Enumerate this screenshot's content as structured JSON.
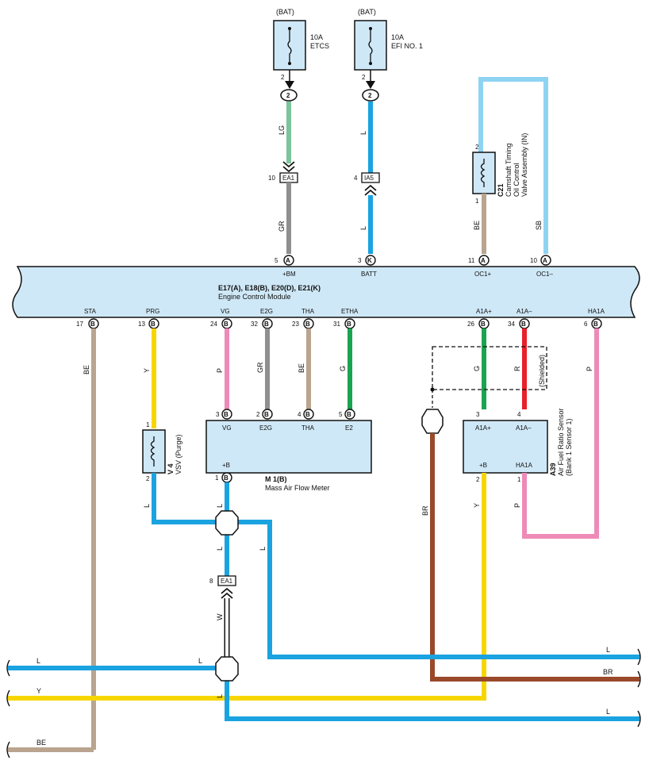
{
  "top": {
    "fuse1": {
      "source": "(BAT)",
      "rating": "10A",
      "name": "ETCS",
      "pin": "2",
      "conn": "2"
    },
    "fuse2": {
      "source": "(BAT)",
      "rating": "10A",
      "name": "EFI NO. 1",
      "pin": "2",
      "conn": "2"
    },
    "conn_ea1_top": {
      "label": "EA1",
      "pin": "10"
    },
    "conn_ia5": {
      "label": "IA5",
      "pin": "4"
    },
    "wire_lg": "LG",
    "wire_gr_top": "GR",
    "wire_l_a": "L",
    "wire_l_b": "L",
    "wire_be_top": "BE",
    "wire_sb": "SB"
  },
  "vvt": {
    "code": "C21",
    "name_line1": "Camshaft Timing",
    "name_line2": "Oil Control",
    "name_line3": "Valve Assembly (IN)",
    "pin_top": "2",
    "pin_bottom": "1"
  },
  "ecm": {
    "title": "E17(A), E18(B), E20(D), E21(K)",
    "subtitle": "Engine Control Module",
    "top_pins": [
      {
        "num": "5",
        "conn": "A",
        "label": "+BM"
      },
      {
        "num": "3",
        "conn": "K",
        "label": "BATT"
      },
      {
        "num": "11",
        "conn": "A",
        "label": "OC1+"
      },
      {
        "num": "10",
        "conn": "A",
        "label": "OC1–"
      }
    ],
    "bottom_pins": [
      {
        "num": "17",
        "conn": "B",
        "label": "STA"
      },
      {
        "num": "13",
        "conn": "B",
        "label": "PRG"
      },
      {
        "num": "24",
        "conn": "B",
        "label": "VG"
      },
      {
        "num": "32",
        "conn": "B",
        "label": "E2G"
      },
      {
        "num": "23",
        "conn": "B",
        "label": "THA"
      },
      {
        "num": "31",
        "conn": "B",
        "label": "ETHA"
      },
      {
        "num": "26",
        "conn": "B",
        "label": "A1A+"
      },
      {
        "num": "34",
        "conn": "B",
        "label": "A1A–"
      },
      {
        "num": "6",
        "conn": "B",
        "label": "HA1A"
      }
    ]
  },
  "mid_wires": {
    "be": "BE",
    "y": "Y",
    "p": "P",
    "gr": "GR",
    "be2": "BE",
    "g": "G",
    "g2": "G",
    "r": "R",
    "p2": "P",
    "shielded": "(Shielded)"
  },
  "maf": {
    "code": "M 1(B)",
    "name": "Mass Air Flow Meter",
    "pins_top": [
      {
        "num": "3",
        "conn": "B",
        "label": "VG"
      },
      {
        "num": "2",
        "conn": "B",
        "label": "E2G"
      },
      {
        "num": "4",
        "conn": "B",
        "label": "THA"
      },
      {
        "num": "5",
        "conn": "B",
        "label": "E2"
      }
    ],
    "pin_b": {
      "label": "+B",
      "num": "1",
      "conn": "B"
    }
  },
  "vsv": {
    "code": "V 4",
    "name": "VSV (Purge)",
    "pin_top": "1",
    "pin_bottom": "2"
  },
  "af": {
    "code": "A39",
    "name_line1": "Air Fuel Ratio Sensor",
    "name_line2": "(Bank 1 Sensor 1)",
    "labels": {
      "a1p": "A1A+",
      "a1m": "A1A–",
      "b": "+B",
      "ha": "HA1A"
    },
    "pins": {
      "a1p": "3",
      "a1m": "4",
      "b": "2",
      "ha": "1"
    }
  },
  "lower": {
    "conn_ea1_low": {
      "label": "EA1",
      "pin": "8"
    },
    "l1": "L",
    "l2": "L",
    "l3": "L",
    "l4": "L",
    "w": "W",
    "br": "BR",
    "y": "Y",
    "p": "P",
    "l5": "L"
  },
  "edge": {
    "l_left": "L",
    "l_mid": "L",
    "y_left": "Y",
    "be_left": "BE",
    "l_right1": "L",
    "br_right": "BR",
    "l_right2": "L"
  },
  "colors": {
    "body": "#cfe8f7",
    "L": "#1aa3e0",
    "SB": "#8fd3f3",
    "LG": "#7cc49b",
    "GR": "#8f8f8f",
    "BE": "#b9a48f",
    "Y": "#f7d600",
    "P": "#ee8ab8",
    "G": "#1aa350",
    "R": "#e8202a",
    "BR": "#9a4a2a",
    "W": "#ffffff"
  }
}
